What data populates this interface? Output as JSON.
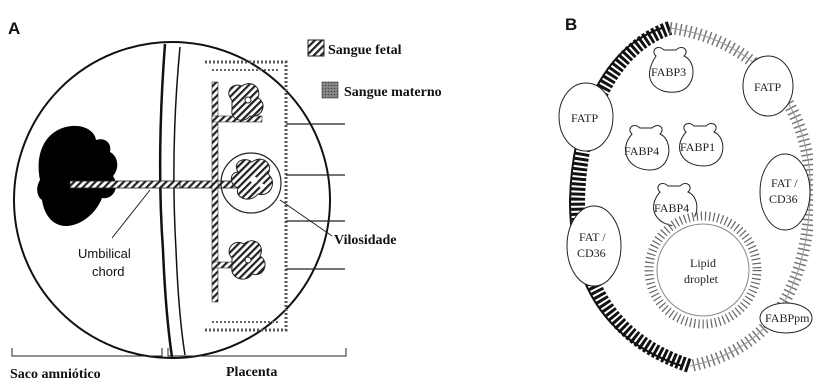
{
  "panel_a": {
    "letter": "A",
    "legend": [
      {
        "label": "Sangue fetal",
        "swatch": "fetal"
      },
      {
        "label": "Sangue materno",
        "swatch": "maternal"
      }
    ],
    "umbilical_label": [
      "Umbilical",
      "chord"
    ],
    "villus_label": "Vilosidade",
    "bottom_labels": [
      "Saco amniótico",
      "Placenta"
    ]
  },
  "panel_b": {
    "letter": "B",
    "proteins": {
      "fabp3": "FABP3",
      "fatp_left": "FATP",
      "fatp_right": "FATP",
      "fabp4_a": "FABP4",
      "fabp1": "FABP1",
      "fat_right": [
        "FAT /",
        "CD36"
      ],
      "fabp4_b": "FABP4",
      "fat_left": [
        "FAT /",
        "CD36"
      ],
      "lipid": [
        "Lipid",
        "droplet"
      ],
      "fabppm": "FABPpm"
    }
  }
}
